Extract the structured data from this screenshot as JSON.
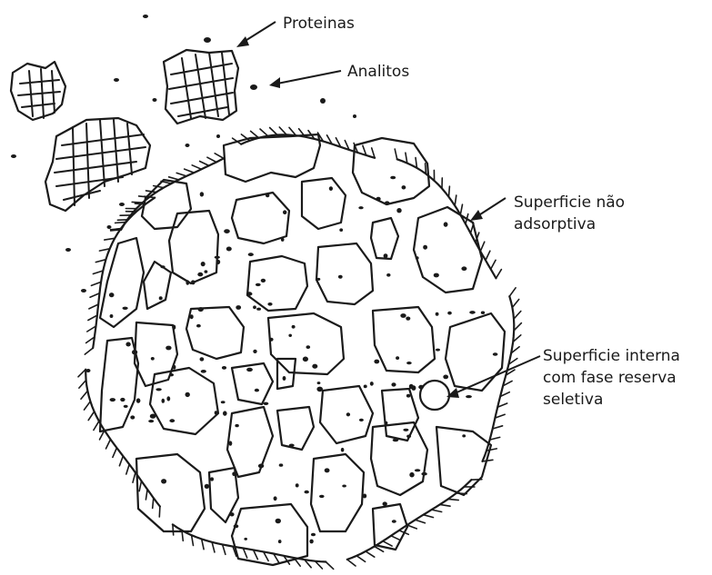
{
  "labels": {
    "proteins": "Proteinas",
    "analytes": "Analitos",
    "outer_surface_line1": "Superficie não",
    "outer_surface_line2": "adsorptiva",
    "inner_surface_line1": "Superficie interna",
    "inner_surface_line2": "com fase reserva",
    "inner_surface_line3": "seletiva"
  },
  "colors": {
    "ink": "#1a1a1a",
    "background": "#ffffff"
  }
}
